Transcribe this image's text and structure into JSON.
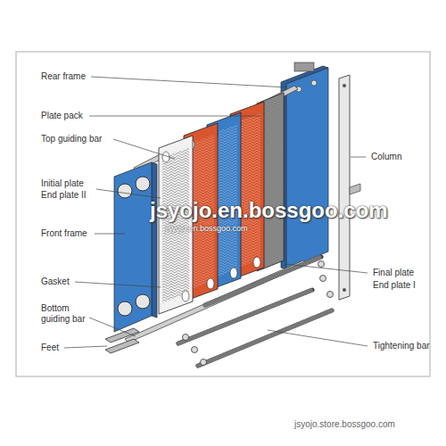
{
  "diagram": {
    "labels": [
      "Rear frame",
      "Plate pack",
      "Top guiding bar",
      "Initial plate",
      "End plate II",
      "Front frame",
      "Gasket",
      "Bottom guiding bar",
      "Feet",
      "Column",
      "Final plate",
      "End plate I",
      "Tightening bar",
      "jsyojo.en.bossgoo.com",
      "jsyojo.en.bossgoo.com",
      "jsyojo.store.bossgoo.com"
    ]
  }
}
